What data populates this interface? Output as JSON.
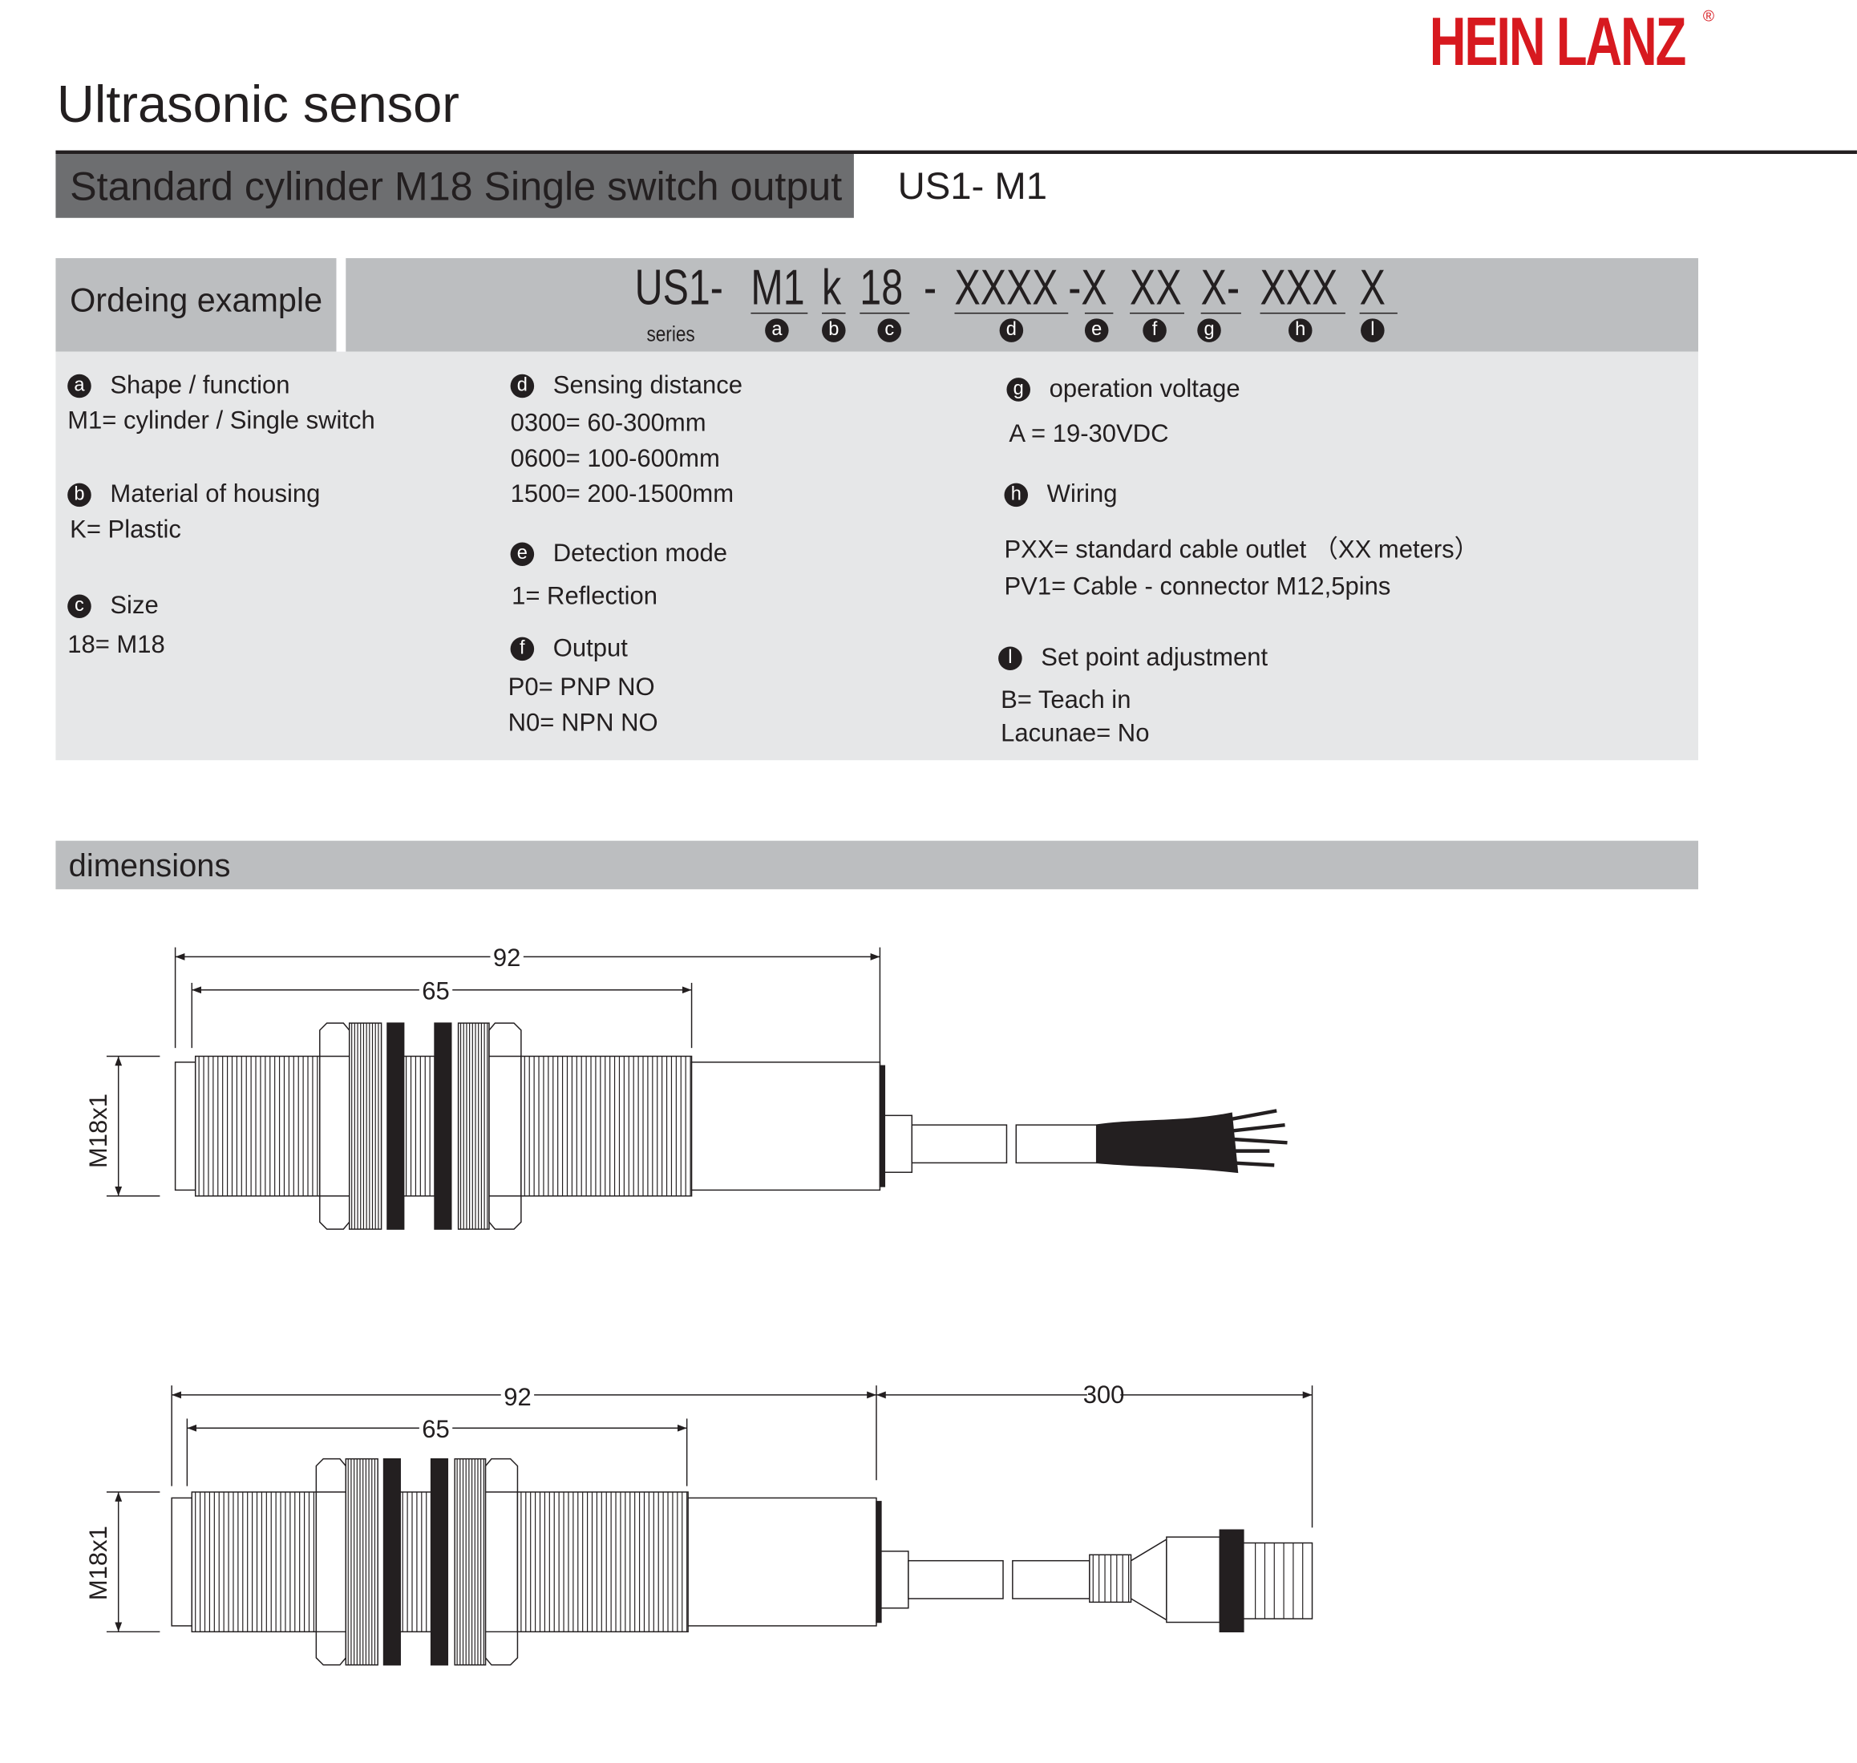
{
  "brand": {
    "name": "HEIN LANZ",
    "registered": "®",
    "color": "#d7191f"
  },
  "title": "Ultrasonic sensor",
  "subtitle": "Standard cylinder M18 Single switch output",
  "model": "US1- M1",
  "ordering": {
    "label": "Ordeing example",
    "series_label": "series",
    "segments": [
      {
        "text": "US1-"
      },
      {
        "text": "M1",
        "badge": "a"
      },
      {
        "text": "k",
        "badge": "b"
      },
      {
        "text": "18",
        "badge": "c"
      },
      {
        "text": "-"
      },
      {
        "text": "XXXX",
        "badge": "d"
      },
      {
        "text": "-X",
        "badge": "e"
      },
      {
        "text": "XX",
        "badge": "f"
      },
      {
        "text": "X-",
        "badge": "g"
      },
      {
        "text": "XXX",
        "badge": "h"
      },
      {
        "text": "X",
        "badge": "l"
      }
    ]
  },
  "options": {
    "a": {
      "badge": "a",
      "title": "Shape / function",
      "lines": [
        "M1= cylinder / Single switch"
      ]
    },
    "b": {
      "badge": "b",
      "title": "Material of housing",
      "lines": [
        "K=  Plastic"
      ]
    },
    "c": {
      "badge": "c",
      "title": "Size",
      "lines": [
        "18=  M18"
      ]
    },
    "d": {
      "badge": "d",
      "title": "Sensing distance",
      "lines": [
        "0300= 60-300mm",
        "0600= 100-600mm",
        "1500= 200-1500mm"
      ]
    },
    "e": {
      "badge": "e",
      "title": "Detection mode",
      "lines": [
        "1= Reflection"
      ]
    },
    "f": {
      "badge": "f",
      "title": "Output",
      "lines": [
        "P0= PNP NO",
        "N0= NPN NO"
      ]
    },
    "g": {
      "badge": "g",
      "title": "operation voltage",
      "lines": [
        "A = 19-30VDC"
      ]
    },
    "h": {
      "badge": "h",
      "title": "Wiring",
      "lines": [
        "PXX=  standard cable outlet  （XX meters）",
        "PV1=  Cable - connector M12,5pins"
      ]
    },
    "l": {
      "badge": "l",
      "title": "Set point adjustment",
      "lines": [
        "B=  Teach in",
        "Lacunae= No"
      ]
    }
  },
  "dimensions": {
    "label": "dimensions",
    "drawing1": {
      "overall": "92",
      "thread": "65",
      "diameter": "M18x1"
    },
    "drawing2": {
      "overall": "92",
      "thread": "65",
      "cable": "300",
      "diameter": "M18x1"
    }
  }
}
